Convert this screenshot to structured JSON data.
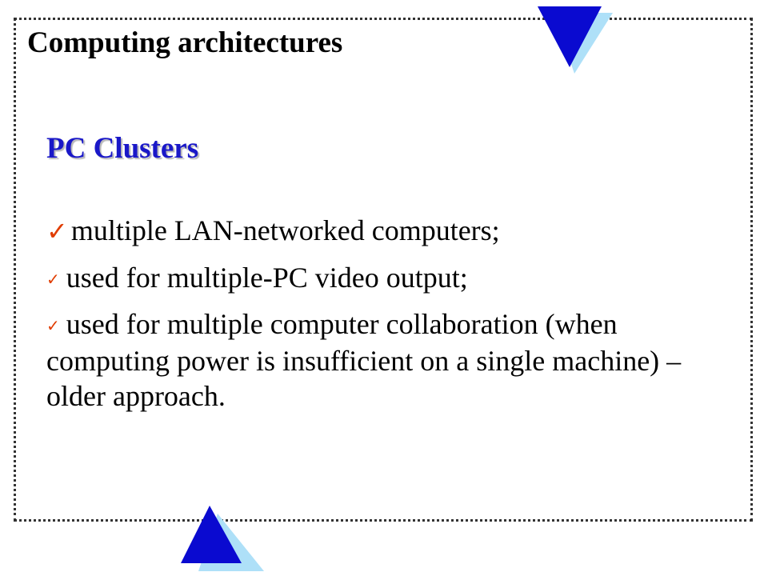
{
  "slide": {
    "title": "Computing architectures",
    "subtitle": "PC Clusters",
    "bullets": [
      {
        "text": "multiple LAN-networked computers;"
      },
      {
        "text": "used for multiple-PC video output;"
      },
      {
        "text": "used for multiple computer collaboration (when computing power is insufficient on a single machine) – older approach."
      }
    ]
  },
  "colors": {
    "frame_border": "#333333",
    "subtitle": "#1a18c8",
    "check_mark": "#e03c00",
    "triangle_dark": "#0a0ad0",
    "triangle_light": "#aee0f8"
  },
  "icons": {
    "bullet": "check-mark-icon",
    "top_decoration": "down-triangle-icon",
    "bottom_decoration": "up-triangle-icon"
  }
}
